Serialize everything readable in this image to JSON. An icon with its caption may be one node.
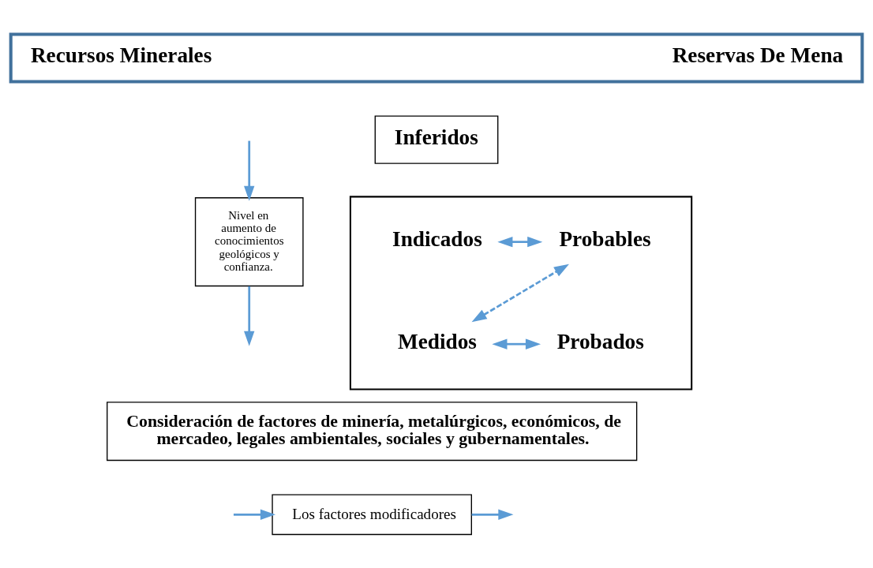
{
  "diagram": {
    "nodes": [
      {
        "text": [
          "Recursos Minerales",
          "Reservas De Mena"
        ]
      },
      {
        "text": [
          "Inferidos"
        ]
      },
      {
        "text": [
          "Nivel en aumento de conocimientos geológicos y confianza."
        ]
      },
      {
        "text": [],
        "shape": "box"
      },
      {
        "text": [
          "Indicados"
        ],
        "in": 3
      },
      {
        "text": [
          "Probables"
        ],
        "in": 3
      },
      {
        "text": [
          "Medidos"
        ],
        "in": 3
      },
      {
        "text": [
          "Probados"
        ],
        "in": 3
      },
      {
        "text": [
          "Consideración de factores de minería, metalúrgicos, económicos, de mercadeo, legales ambientales, sociales y gubernamentales."
        ]
      },
      {
        "text": [
          "Los factores modificadores"
        ]
      }
    ],
    "edges": [
      {
        "from": 4,
        "to": 5,
        "arrow": "both"
      },
      {
        "from": 6,
        "to": 5,
        "arrow": "both",
        "style": "dashed"
      },
      {
        "from": 6,
        "to": 7,
        "arrow": "both"
      },
      {
        "from": null,
        "to": 2,
        "arrow": "to"
      },
      {
        "from": 2,
        "to": null,
        "arrow": "to"
      },
      {
        "from": null,
        "to": 9,
        "arrow": "to"
      },
      {
        "from": 9,
        "to": null,
        "arrow": "to"
      }
    ]
  }
}
